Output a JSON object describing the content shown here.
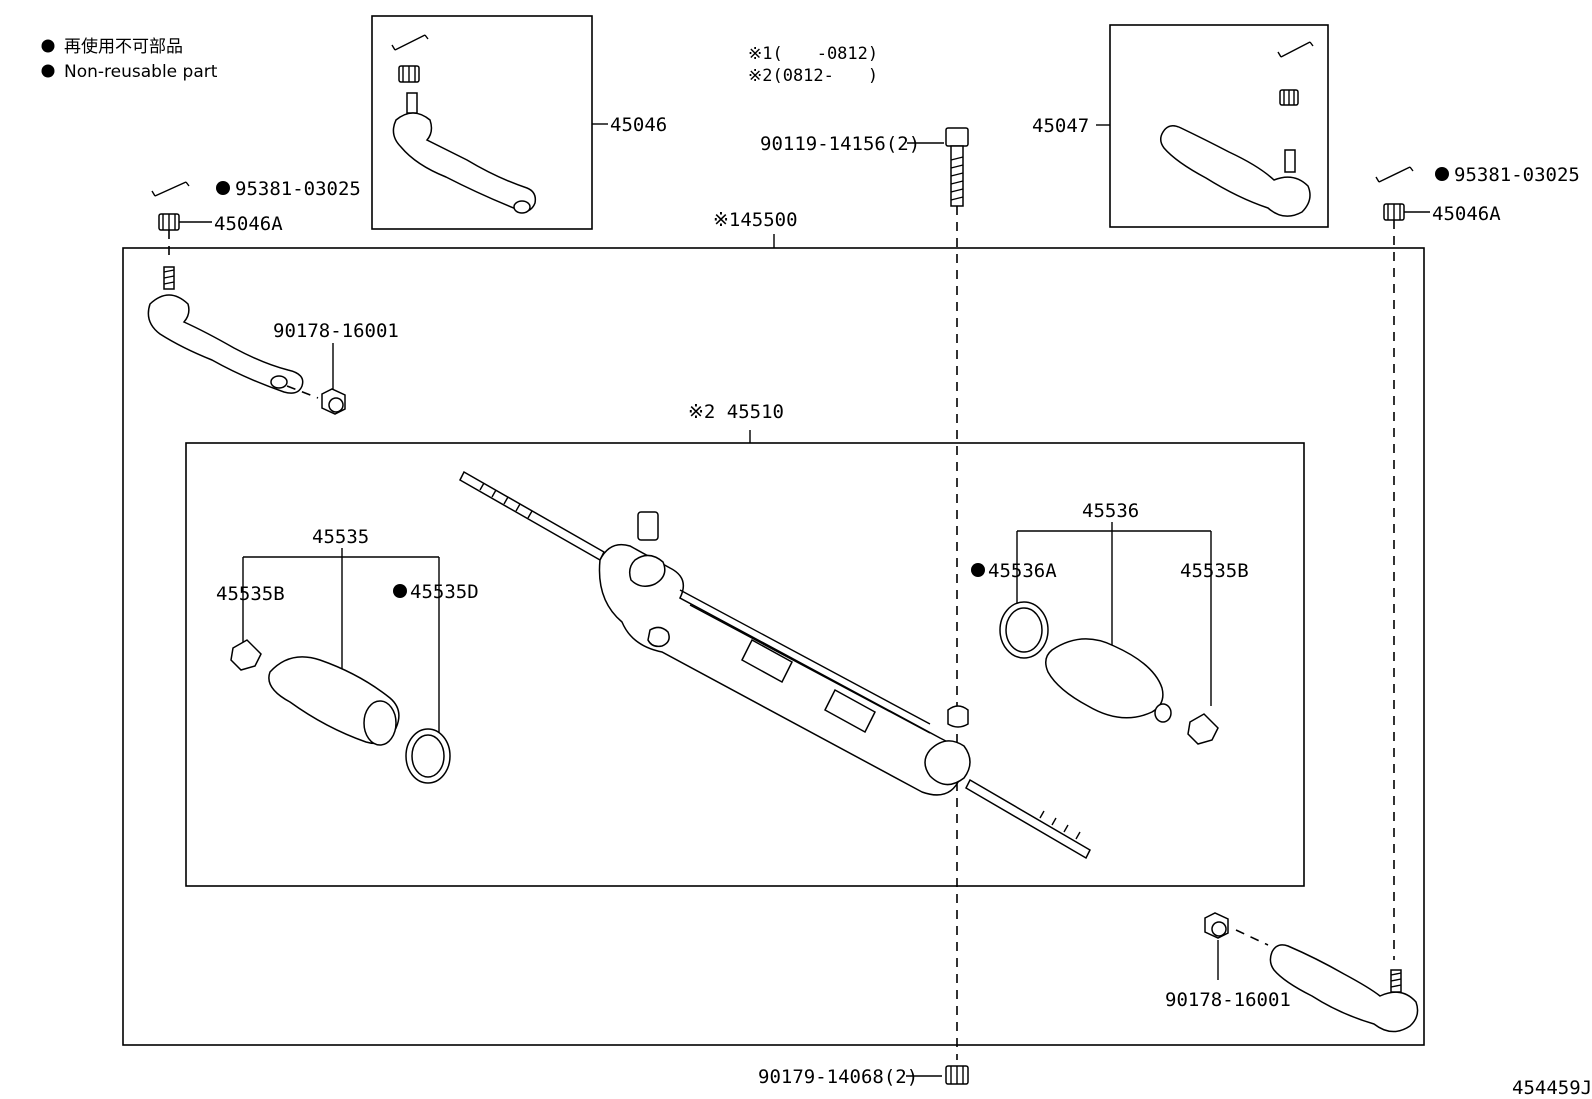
{
  "legend": {
    "jp": "再使用不可部品",
    "en": "Non-reusable part"
  },
  "notes": {
    "note1": "※1(　　-0812)",
    "note2": "※2(0812-　　)"
  },
  "labels": {
    "p45046": "45046",
    "p45047": "45047",
    "p90119": "90119-14156(2)",
    "p95381_left": "95381-03025",
    "p95381_right": "95381-03025",
    "p45046A_left": "45046A",
    "p45046A_right": "45046A",
    "p45500": "※145500",
    "p90178_left": "90178-16001",
    "p90178_right": "90178-16001",
    "p45510": "※2 45510",
    "p45535": "45535",
    "p45535B_left": "45535B",
    "p45535D": "45535D",
    "p45536": "45536",
    "p45536A": "45536A",
    "p45535B_right": "45535B",
    "p90179": "90179-14068(2)",
    "diagram_id": "454459J"
  }
}
